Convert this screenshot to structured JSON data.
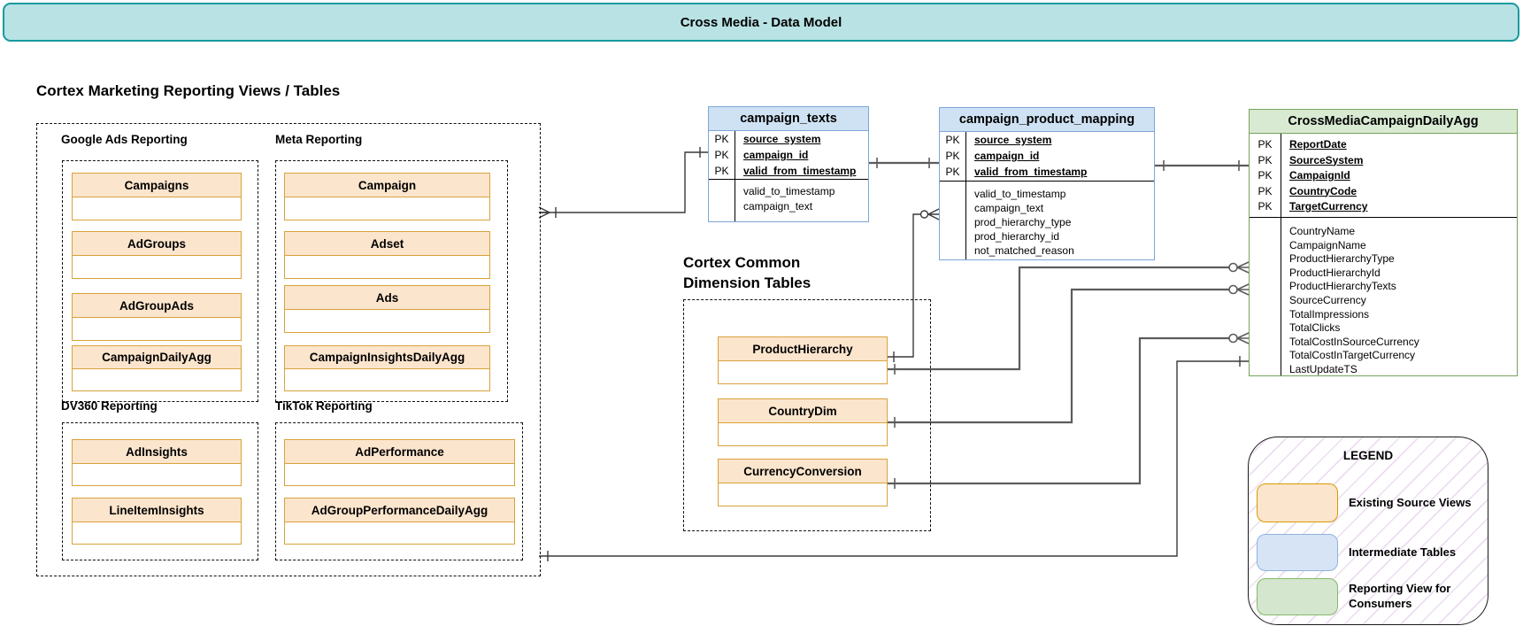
{
  "banner": {
    "title": "Cross Media - Data Model"
  },
  "left_section": {
    "heading": "Cortex Marketing Reporting Views / Tables",
    "groups": [
      {
        "label": "Google Ads Reporting",
        "entities": [
          "Campaigns",
          "AdGroups",
          "AdGroupAds",
          "CampaignDailyAgg"
        ]
      },
      {
        "label": "Meta Reporting",
        "entities": [
          "Campaign",
          "Adset",
          "Ads",
          "CampaignInsightsDailyAgg"
        ]
      },
      {
        "label": "DV360 Reporting",
        "entities": [
          "AdInsights",
          "LineItemInsights"
        ]
      },
      {
        "label": "TikTok Reporting",
        "entities": [
          "AdPerformance",
          "AdGroupPerformanceDailyAgg"
        ]
      }
    ]
  },
  "dimension_section": {
    "heading_line1": "Cortex Common",
    "heading_line2": "Dimension Tables",
    "entities": [
      "ProductHierarchy",
      "CountryDim",
      "CurrencyConversion"
    ]
  },
  "tables": {
    "campaign_texts": {
      "title": "campaign_texts",
      "pk_label": "PK",
      "pk_fields": [
        "source_system",
        "campaign_id",
        "valid_from_timestamp"
      ],
      "fields": [
        "valid_to_timestamp",
        "campaign_text"
      ]
    },
    "campaign_product_mapping": {
      "title": "campaign_product_mapping",
      "pk_label": "PK",
      "pk_fields": [
        "source_system",
        "campaign_id",
        "valid_from_timestamp"
      ],
      "fields": [
        "valid_to_timestamp",
        "campaign_text",
        "prod_hierarchy_type",
        "prod_hierarchy_id",
        "not_matched_reason"
      ]
    },
    "cross_media": {
      "title": "CrossMediaCampaignDailyAgg",
      "pk_label": "PK",
      "pk_fields": [
        "ReportDate",
        "SourceSystem",
        "CampaignId",
        "CountryCode",
        "TargetCurrency"
      ],
      "fields": [
        "CountryName",
        "CampaignName",
        "ProductHierarchyType",
        "ProductHierarchyId",
        "ProductHierarchyTexts",
        "SourceCurrency",
        "TotalImpressions",
        "TotalClicks",
        "TotalCostInSourceCurrency",
        "TotalCostInTargetCurrency",
        "LastUpdateTS"
      ]
    }
  },
  "legend": {
    "title": "LEGEND",
    "items": [
      {
        "label": "Existing Source Views",
        "fill": "#fce5cd",
        "border": "#d79b00"
      },
      {
        "label": "Intermediate Tables",
        "fill": "#d7e4f5",
        "border": "#8db3de"
      },
      {
        "label": "Reporting View for Consumers",
        "fill": "#d4e6cd",
        "border": "#84b868"
      }
    ]
  },
  "colors": {
    "banner_fill": "#b9e2e4",
    "banner_border": "#189a9e",
    "source_view_fill": "#fce5cd",
    "source_view_border": "#d9a23b",
    "intermediate_fill": "#cfe2f3",
    "intermediate_border": "#7da6d8",
    "reporting_fill": "#d9ead3",
    "reporting_border": "#77a35c",
    "connector": "#4d4d4d"
  }
}
